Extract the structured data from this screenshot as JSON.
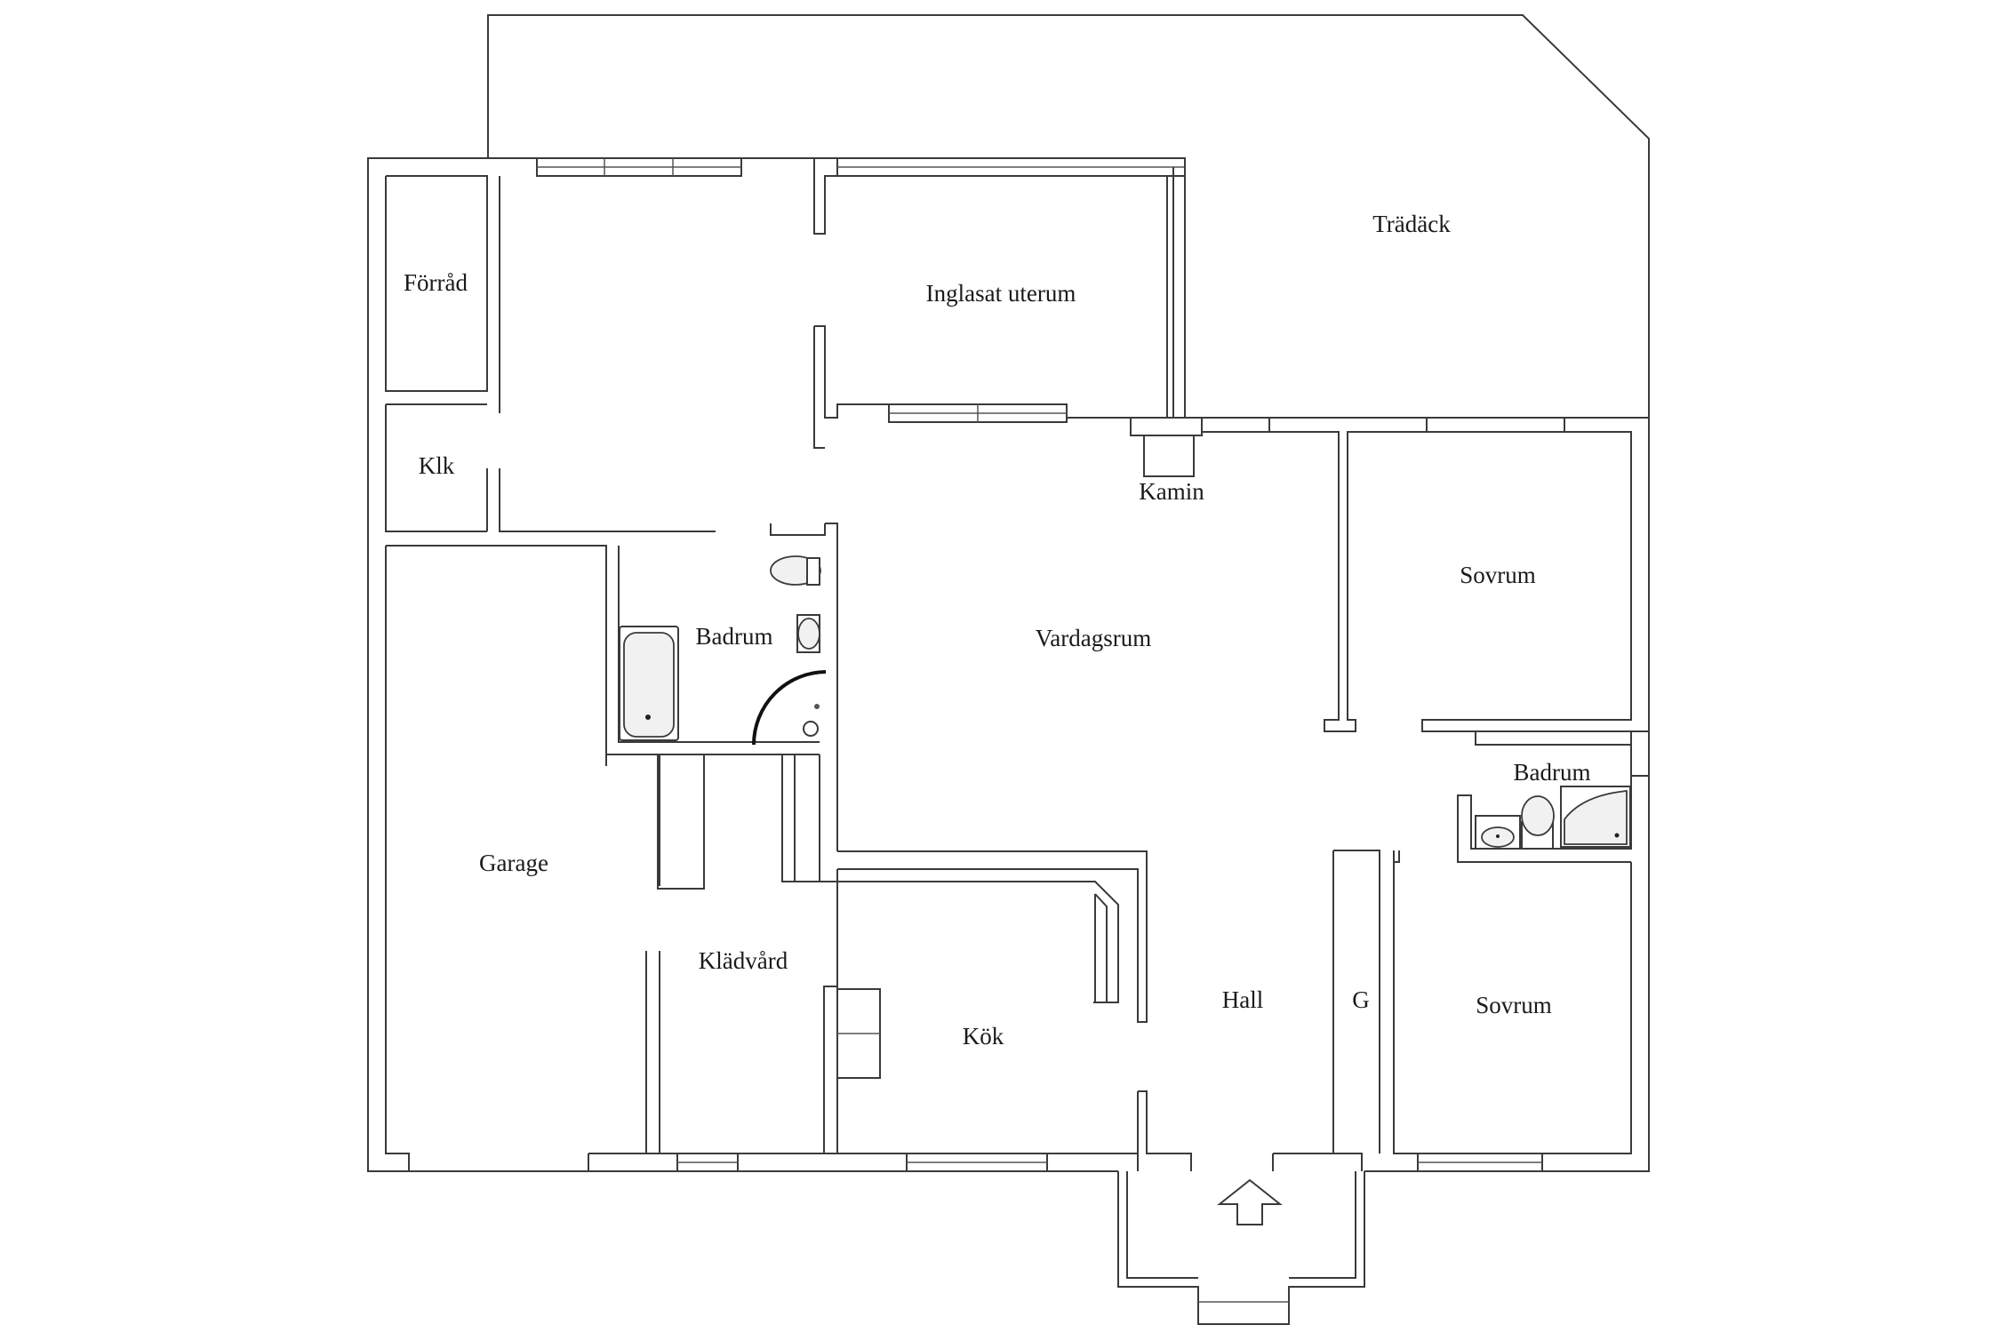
{
  "plan": {
    "rooms": {
      "tradack": "Trädäck",
      "forrad": "Förråd",
      "inglasat_uterum": "Inglasat uterum",
      "klk": "Klk",
      "kamin": "Kamin",
      "sovrum_upper": "Sovrum",
      "badrum_left": "Badrum",
      "vardagsrum": "Vardagsrum",
      "badrum_right": "Badrum",
      "garage": "Garage",
      "kladvard": "Klädvård",
      "hall": "Hall",
      "g": "G",
      "sovrum_lower": "Sovrum",
      "kok": "Kök"
    },
    "icons": {
      "entrance": "entrance-arrow-icon",
      "bathtub": "bathtub-icon",
      "toilet": "toilet-icon",
      "sink": "sink-icon",
      "shower": "corner-shower-icon",
      "stove": "fireplace-icon"
    }
  }
}
